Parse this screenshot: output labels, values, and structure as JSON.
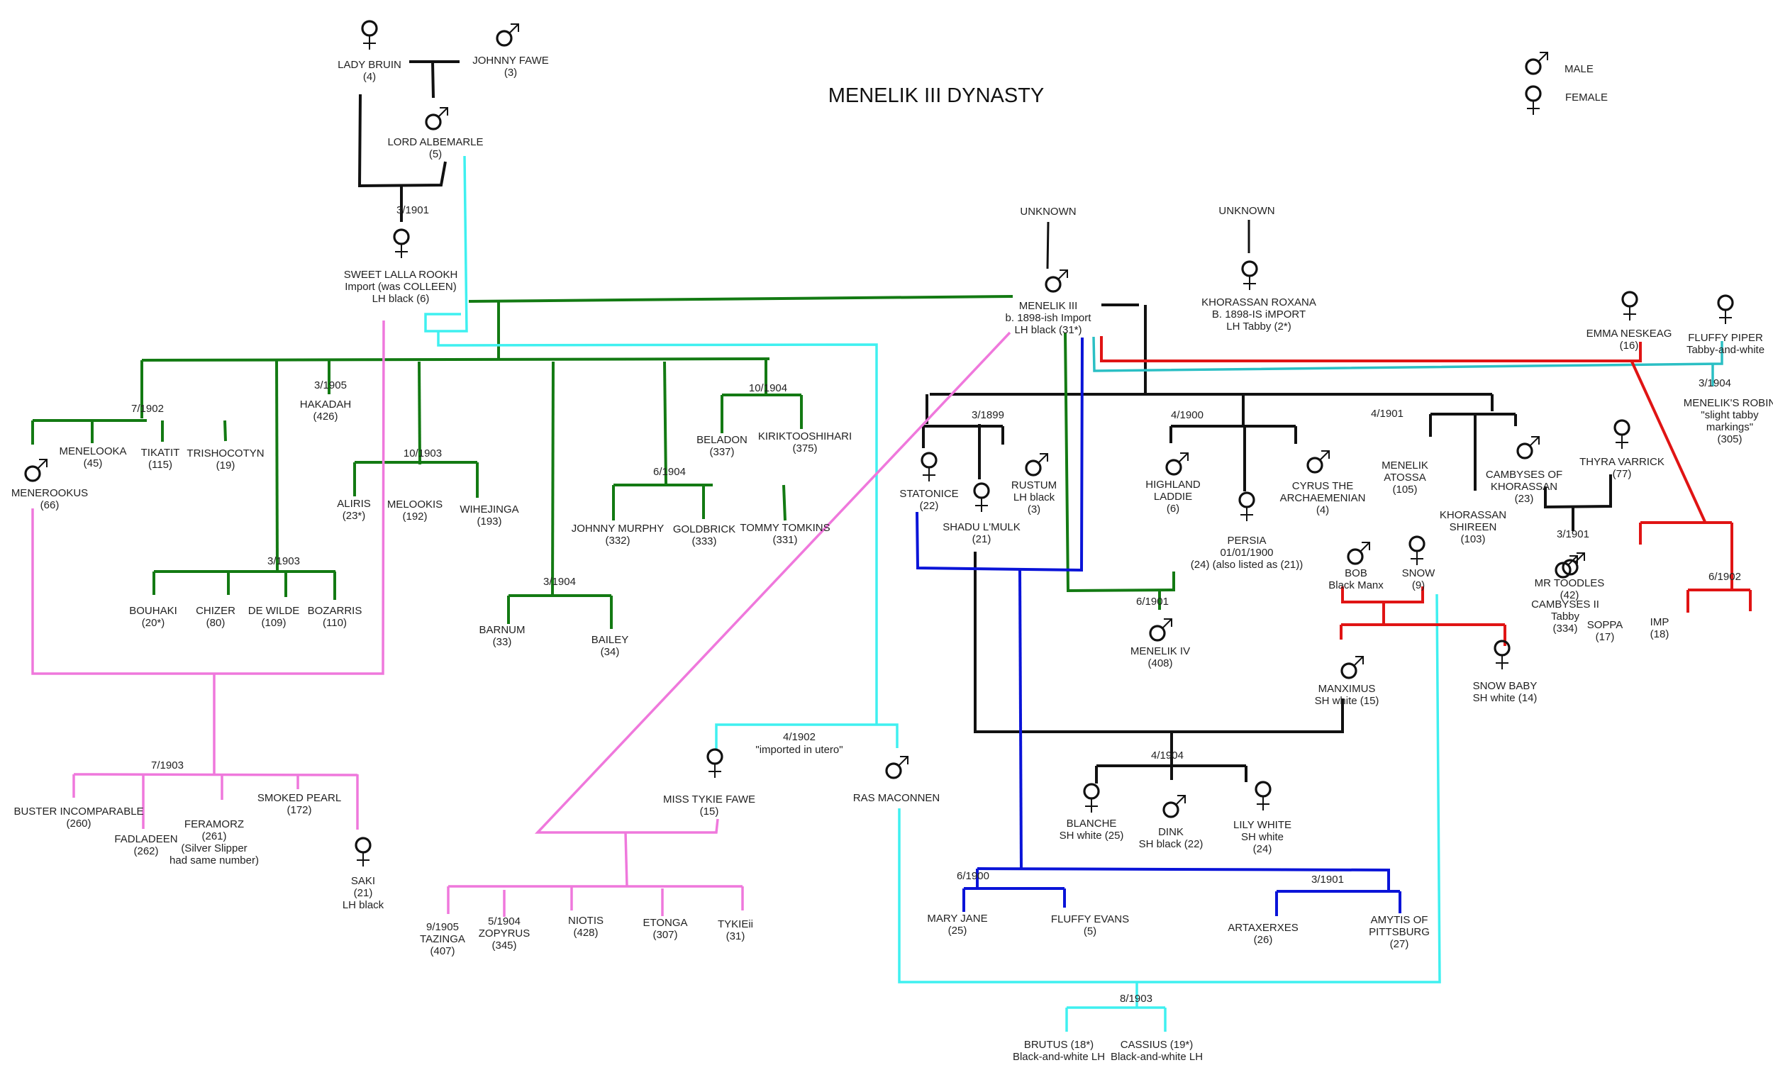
{
  "title": "MENELIK III DYNASTY",
  "legend": {
    "male_label": "MALE",
    "female_label": "FEMALE",
    "male_icon": "male-symbol-icon",
    "female_icon": "female-symbol-icon"
  },
  "colors": {
    "black": "#111111",
    "green": "#137a13",
    "cyan": "#3ff0f0",
    "teal": "#2bbfc4",
    "blue": "#0a14d8",
    "red": "#e01414",
    "pink": "#ef78dc",
    "red_text": "#d81e1e"
  },
  "nodes": [
    {
      "id": "lady_bruin",
      "sex": "F",
      "lines": [
        "LADY BRUIN",
        "(4)"
      ]
    },
    {
      "id": "johnny_fawe",
      "sex": "M",
      "lines": [
        "JOHNNY FAWE",
        "(3)"
      ]
    },
    {
      "id": "lord_albemarle",
      "sex": "M",
      "lines": [
        "LORD ALBEMARLE",
        "(5)"
      ]
    },
    {
      "id": "sweet_lalla_rookh",
      "sex": "F",
      "lines": [
        "SWEET LALLA ROOKH",
        "Import (was COLLEEN)",
        "LH black (6)"
      ]
    },
    {
      "id": "unknown_1",
      "sex": "",
      "lines": [
        "UNKNOWN"
      ]
    },
    {
      "id": "unknown_2",
      "sex": "",
      "lines": [
        "UNKNOWN"
      ]
    },
    {
      "id": "menelik_iii",
      "sex": "M",
      "lines": [
        "MENELIK III",
        "b. 1898-ish Import",
        "LH black (31*)"
      ]
    },
    {
      "id": "khorassan_roxana",
      "sex": "F",
      "lines": [
        "KHORASSAN ROXANA",
        "B. 1898-IS iMPORT",
        "LH Tabby (2*)"
      ]
    },
    {
      "id": "emma_neskeag",
      "sex": "F",
      "lines": [
        "EMMA NESKEAG",
        "(16)"
      ]
    },
    {
      "id": "fluffy_piper",
      "sex": "F",
      "lines": [
        "FLUFFY PIPER",
        "Tabby-and-white"
      ]
    },
    {
      "id": "meneliks_robin",
      "sex": "",
      "lines": [
        "MENELIK'S ROBIN",
        "\"slight tabby",
        "markings\"",
        "(305)"
      ]
    },
    {
      "id": "menerookus",
      "sex": "M",
      "lines": [
        "MENEROOKUS",
        "(66)"
      ]
    },
    {
      "id": "menelooka",
      "sex": "",
      "lines": [
        "MENELOOKA",
        "(45)"
      ]
    },
    {
      "id": "tikatit",
      "sex": "",
      "lines": [
        "TIKATIT",
        "(115)"
      ]
    },
    {
      "id": "trishocotyn",
      "sex": "",
      "lines": [
        "TRISHOCOTYN",
        "(19)"
      ]
    },
    {
      "id": "hakadah",
      "sex": "",
      "lines": [
        "HAKADAH",
        "(426)"
      ]
    },
    {
      "id": "aliris",
      "sex": "",
      "lines": [
        "ALIRIS",
        "(23*)"
      ]
    },
    {
      "id": "melookis",
      "sex": "",
      "lines": [
        "MELOOKIS",
        "(192)"
      ]
    },
    {
      "id": "wihejinga",
      "sex": "",
      "lines": [
        "WIHEJINGA",
        "(193)"
      ]
    },
    {
      "id": "beladon",
      "sex": "",
      "lines": [
        "BELADON",
        "(337)"
      ]
    },
    {
      "id": "kiriktooshihari",
      "sex": "",
      "lines": [
        "KIRIKTOOSHIHARI",
        "(375)"
      ]
    },
    {
      "id": "johnny_murphy",
      "sex": "",
      "lines": [
        "JOHNNY MURPHY",
        "(332)"
      ]
    },
    {
      "id": "goldbrick",
      "sex": "",
      "lines": [
        "GOLDBRICK",
        "(333)"
      ]
    },
    {
      "id": "tommy_tomkins",
      "sex": "",
      "lines": [
        "TOMMY TOMKINS",
        "(331)"
      ]
    },
    {
      "id": "bouhaki",
      "sex": "",
      "lines": [
        "BOUHAKI",
        "(20*)"
      ]
    },
    {
      "id": "chizer",
      "sex": "",
      "lines": [
        "CHIZER",
        "(80)"
      ]
    },
    {
      "id": "de_wilde",
      "sex": "",
      "lines": [
        "DE WILDE",
        "(109)"
      ]
    },
    {
      "id": "bozarris",
      "sex": "",
      "lines": [
        "BOZARRIS",
        "(110)"
      ]
    },
    {
      "id": "barnum",
      "sex": "",
      "lines": [
        "BARNUM",
        "(33)"
      ]
    },
    {
      "id": "bailey",
      "sex": "",
      "lines": [
        "BAILEY",
        "(34)"
      ]
    },
    {
      "id": "buster_incomparable",
      "sex": "",
      "lines": [
        "BUSTER INCOMPARABLE",
        "(260)"
      ]
    },
    {
      "id": "fadladeen",
      "sex": "",
      "lines": [
        "FADLADEEN",
        "(262)"
      ]
    },
    {
      "id": "feramorz",
      "sex": "",
      "lines": [
        "FERAMORZ",
        "(261)",
        "(Silver Slipper",
        "had same number)"
      ]
    },
    {
      "id": "smoked_pearl",
      "sex": "",
      "lines": [
        "SMOKED PEARL",
        "(172)"
      ]
    },
    {
      "id": "saki",
      "sex": "F",
      "lines": [
        "SAKI",
        "(21)",
        "LH black"
      ]
    },
    {
      "id": "miss_tykie_fawe",
      "sex": "F",
      "lines": [
        "MISS TYKIE FAWE",
        "(15)"
      ]
    },
    {
      "id": "ras_maconnen",
      "sex": "M",
      "lines": [
        "RAS MACONNEN"
      ]
    },
    {
      "id": "tazinga",
      "sex": "",
      "lines": [
        "9/1905",
        "TAZINGA",
        "(407)"
      ]
    },
    {
      "id": "zopyrus",
      "sex": "",
      "lines": [
        "5/1904",
        "ZOPYRUS",
        "(345)"
      ]
    },
    {
      "id": "niotis",
      "sex": "",
      "lines": [
        "NIOTIS",
        "(428)"
      ]
    },
    {
      "id": "etonga",
      "sex": "",
      "lines": [
        "ETONGA",
        "(307)"
      ]
    },
    {
      "id": "tykieii",
      "sex": "",
      "lines": [
        "TYKIEii",
        "(31)"
      ]
    },
    {
      "id": "statonice",
      "sex": "F",
      "lines": [
        "STATONICE",
        "(22)"
      ]
    },
    {
      "id": "shadu_lmulk",
      "sex": "F",
      "lines": [
        "SHADU L'MULK",
        "(21)"
      ]
    },
    {
      "id": "rustum",
      "sex": "M",
      "lines": [
        "RUSTUM",
        "LH black",
        "(3)"
      ]
    },
    {
      "id": "highland_laddie",
      "sex": "M",
      "lines": [
        "HIGHLAND",
        "LADDIE",
        "(6)"
      ]
    },
    {
      "id": "persia",
      "sex": "F",
      "lines": [
        "PERSIA",
        "01/01/1900",
        "(24) (also listed as (21))"
      ]
    },
    {
      "id": "cyrus",
      "sex": "M",
      "lines": [
        "CYRUS THE",
        "ARCHAEMENIAN",
        "(4)"
      ]
    },
    {
      "id": "menelik_atossa",
      "sex": "",
      "lines": [
        "MENELIK",
        "ATOSSA",
        "(105)"
      ]
    },
    {
      "id": "khorassan_shireen",
      "sex": "",
      "lines": [
        "KHORASSAN",
        "SHIREEN",
        "(103)"
      ]
    },
    {
      "id": "cambyses_khorassan",
      "sex": "M",
      "lines": [
        "CAMBYSES OF",
        "KHORASSAN",
        "(23)"
      ]
    },
    {
      "id": "thyra_varrick",
      "sex": "F",
      "lines": [
        "THYRA VARRICK",
        "(77)"
      ]
    },
    {
      "id": "cambyses_ii",
      "sex": "M",
      "lines": [
        "CAMBYSES II",
        "Tabby",
        "(334)"
      ]
    },
    {
      "id": "mr_toodles",
      "sex": "M",
      "lines": [
        "MR TOODLES",
        "(42)"
      ]
    },
    {
      "id": "soppa",
      "sex": "",
      "lines": [
        "SOPPA",
        "(17)"
      ]
    },
    {
      "id": "imp",
      "sex": "",
      "lines": [
        "IMP",
        "(18)"
      ]
    },
    {
      "id": "bob",
      "sex": "M",
      "red": true,
      "lines": [
        "BOB",
        "Black Manx"
      ]
    },
    {
      "id": "snow",
      "sex": "F",
      "red": true,
      "lines": [
        "SNOW",
        "(9)"
      ]
    },
    {
      "id": "manximus",
      "sex": "M",
      "red": true,
      "lines": [
        "MANXIMUS",
        "SH white (15)"
      ]
    },
    {
      "id": "snow_baby",
      "sex": "F",
      "red": true,
      "lines": [
        "SNOW BABY",
        "SH white (14)"
      ]
    },
    {
      "id": "menelik_iv",
      "sex": "M",
      "lines": [
        "MENELIK IV",
        "(408)"
      ]
    },
    {
      "id": "blanche",
      "sex": "F",
      "lines": [
        "BLANCHE",
        "SH white (25)"
      ]
    },
    {
      "id": "dink",
      "sex": "M",
      "lines": [
        "DINK",
        "SH black (22)"
      ]
    },
    {
      "id": "lily_white",
      "sex": "F",
      "lines": [
        "LILY WHITE",
        "SH white",
        "(24)"
      ]
    },
    {
      "id": "mary_jane",
      "sex": "",
      "lines": [
        "MARY JANE",
        "(25)"
      ]
    },
    {
      "id": "fluffy_evans",
      "sex": "",
      "lines": [
        "FLUFFY EVANS",
        "(5)"
      ]
    },
    {
      "id": "artaxerxes",
      "sex": "",
      "lines": [
        "ARTAXERXES",
        "(26)"
      ]
    },
    {
      "id": "amytis",
      "sex": "",
      "lines": [
        "AMYTIS OF",
        "PITTSBURG",
        "(27)"
      ]
    },
    {
      "id": "brutus",
      "sex": "",
      "lines": [
        "BRUTUS (18*)",
        "Black-and-white LH"
      ]
    },
    {
      "id": "cassius",
      "sex": "",
      "lines": [
        "CASSIUS (19*)",
        "Black-and-white LH"
      ]
    }
  ],
  "litter_dates": [
    {
      "id": "d_lalla",
      "text": "3/1901"
    },
    {
      "id": "d_7_1902",
      "text": "7/1902"
    },
    {
      "id": "d_3_1905",
      "text": "3/1905"
    },
    {
      "id": "d_10_1903",
      "text": "10/1903"
    },
    {
      "id": "d_10_1904",
      "text": "10/1904"
    },
    {
      "id": "d_6_1904",
      "text": "6/1904"
    },
    {
      "id": "d_3_1903",
      "text": "3/1903"
    },
    {
      "id": "d_3_1904a",
      "text": "3/1904"
    },
    {
      "id": "d_7_1903",
      "text": "7/1903"
    },
    {
      "id": "d_4_1902",
      "text": "4/1902"
    },
    {
      "id": "d_utero",
      "text": "\"imported in utero\""
    },
    {
      "id": "d_3_1899",
      "text": "3/1899"
    },
    {
      "id": "d_4_1900",
      "text": "4/1900"
    },
    {
      "id": "d_4_1901",
      "text": "4/1901"
    },
    {
      "id": "d_3_1904b",
      "text": "3/1904"
    },
    {
      "id": "d_3_1901r",
      "text": "3/1901"
    },
    {
      "id": "d_6_1902",
      "text": "6/1902"
    },
    {
      "id": "d_6_1901",
      "text": "6/1901"
    },
    {
      "id": "d_4_1904",
      "text": "4/1904"
    },
    {
      "id": "d_6_1900",
      "text": "6/1900"
    },
    {
      "id": "d_3_1901b",
      "text": "3/1901"
    },
    {
      "id": "d_8_1903",
      "text": "8/1903"
    }
  ]
}
